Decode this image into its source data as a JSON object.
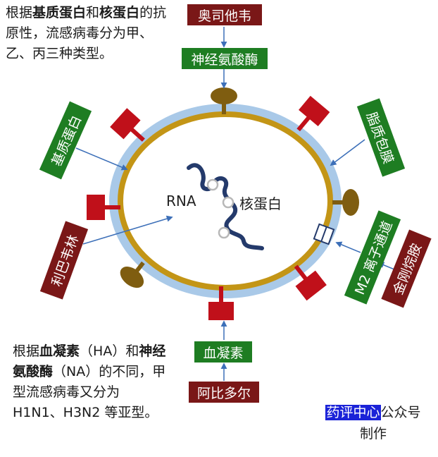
{
  "intro": {
    "pre": "根据",
    "term1": "基质蛋白",
    "mid": "和",
    "term2": "核蛋白",
    "post": "的抗原性，流感病毒分为甲、乙、丙三种类型。"
  },
  "subtype": {
    "pre": "根据",
    "term1": "血凝素",
    "abbr1": "（HA）和",
    "term2": "神经氨酸酶",
    "abbr2": "（NA）的",
    "post": "不同，甲型流感病毒又分为 H1N1、H3N2 等亚型。"
  },
  "labels": {
    "oseltamivir": "奥司他韦",
    "neuraminidase": "神经氨酸酶",
    "matrix_protein": "基质蛋白",
    "lipid_envelope": "脂质包膜",
    "rna": "RNA",
    "nucleoprotein": "核蛋白",
    "ribavirin": "利巴韦林",
    "m2_channel": "M2 离子通道",
    "amantadine": "金刚烷胺",
    "hemagglutinin": "血凝素",
    "arbidol": "阿比多尔"
  },
  "credit": {
    "highlight": "药评中心",
    "rest": "公众号",
    "line2": "制作"
  },
  "colors": {
    "green": "#1e7d22",
    "maroon": "#7a1717",
    "envelope_outer": "#a9c9e8",
    "envelope_inner": "#c39516",
    "hemagglutinin": "#c0101a",
    "neuraminidase": "#7f5d10",
    "rna": "#243a6b",
    "arrow": "#3c6fb8",
    "credit_highlight": "#1a22d8"
  }
}
